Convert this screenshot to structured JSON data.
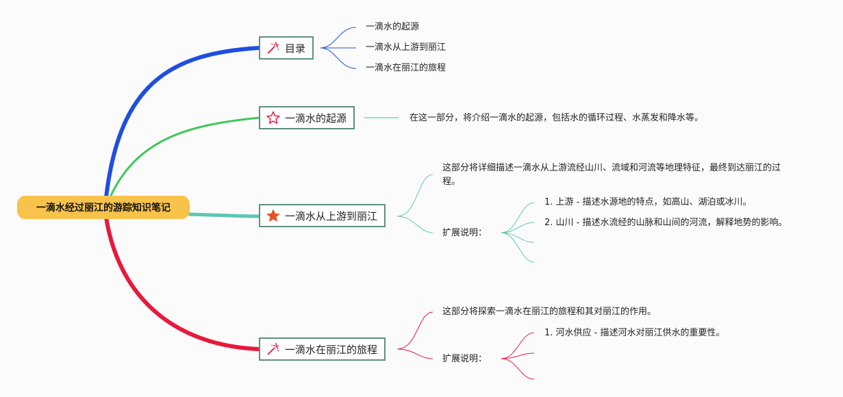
{
  "root": {
    "title": "一滴水经过丽江的游踪知识笔记"
  },
  "branches": [
    {
      "title": "目录",
      "icon": "magic-wand-icon",
      "color": "#1d4fe0",
      "children": [
        "一滴水的起源",
        "一滴水从上游到丽江",
        "一滴水在丽江的旅程"
      ]
    },
    {
      "title": "一滴水的起源",
      "icon": "star-outline-icon",
      "color": "#3cc85a",
      "description": "在这一部分，将介绍一滴水的起源，包括水的循环过程、水蒸发和降水等。"
    },
    {
      "title": "一滴水从上游到丽江",
      "icon": "star-filled-icon",
      "color": "#5dc6b5",
      "description": "这部分将详细描述一滴水从上游流经山川、流域和河流等地理特征，最终到达丽江的过程。",
      "extension_label": "扩展说明：",
      "extension_items": [
        "1. 上游 - 描述水源地的特点，如高山、湖泊或冰川。",
        "2. 山川 - 描述水流经的山脉和山间的河流，解释地势的影响。",
        "",
        ""
      ]
    },
    {
      "title": "一滴水在丽江的旅程",
      "icon": "magic-wand-icon",
      "color": "#e8193c",
      "description": "这部分将探索一滴水在丽江的旅程和其对丽江的作用。",
      "extension_label": "扩展说明：",
      "extension_items": [
        "1. 河水供应 - 描述河水对丽江供水的重要性。",
        "",
        ""
      ]
    }
  ]
}
